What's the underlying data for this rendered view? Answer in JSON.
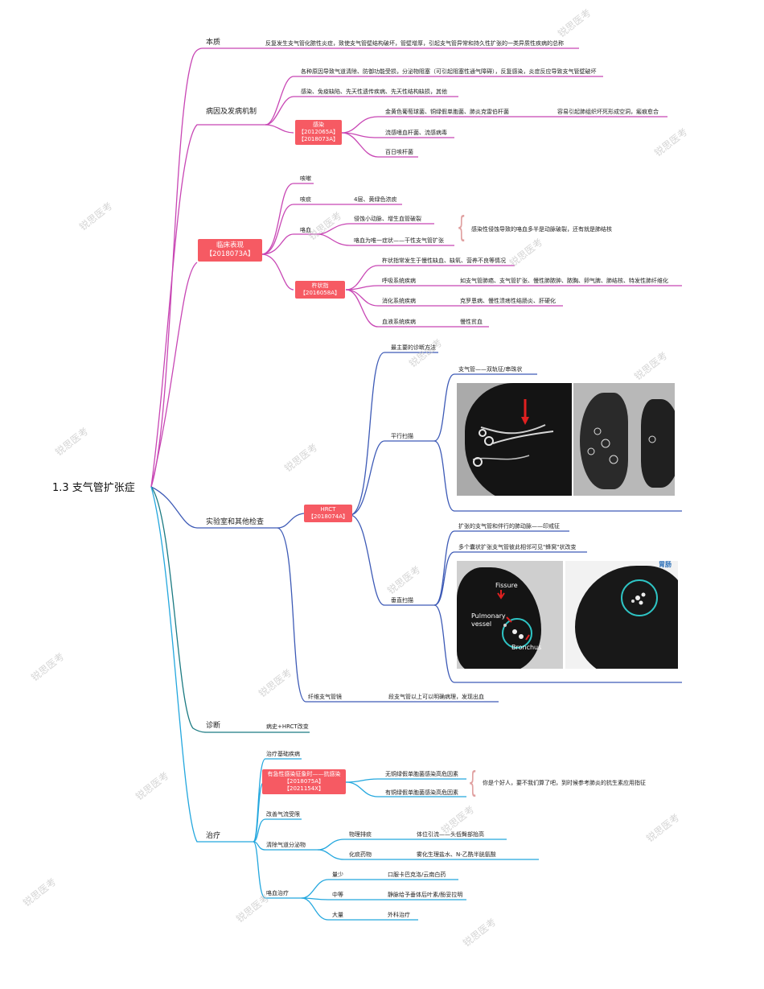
{
  "root": "1.3 支气管扩张症",
  "watermark": "锐思医考",
  "colors": {
    "magenta": "#c846b4",
    "blue": "#3d5ab6",
    "teal": "#1f8e9a",
    "cyan": "#23a7de",
    "tag": "#f65a63"
  },
  "b1": {
    "label": "本质",
    "text": "反复发生支气管化脓性炎症，致使支气管壁结构破坏，管壁增厚，引起支气管异常和持久性扩张的一类异质性疾病的总称"
  },
  "b2": {
    "label": "病因及发病机制",
    "c1": "各种原因导致气道清除、防御功能受损，分泌物阻塞（可引起阻塞性通气障碍），反复感染，炎症反应导致支气管壁破坏",
    "c2": "感染、免疫缺陷、先天性遗传疾病、先天性结构缺损，其他",
    "tag": [
      "感染",
      "【2012065A】",
      "【2018073A】"
    ],
    "i1": "金黄色葡萄球菌、铜绿假单胞菌、肺炎克雷伯杆菌",
    "i1_note": "容易引起肺组织坏死形成空洞，瘢痕愈合",
    "i2": "流感嗜血杆菌、流感病毒",
    "i3": "百日咳杆菌"
  },
  "b3": {
    "tag": [
      "临床表现",
      "【2018073A】"
    ],
    "s1": "咳嗽",
    "s2": "咳痰",
    "s2_note": "4层、黄绿色浓痰",
    "s3": "咯血",
    "s3a": "侵蚀小动脉、增生血管破裂",
    "s3b": "咯血为唯一症状——干性支气管扩张",
    "s3_note": "感染性侵蚀导致的咯血多半是动脉破裂，还有就是肺结核",
    "tag2": [
      "杵状指",
      "【2016058A】"
    ],
    "f0": "杵状指常发生于慢性缺血、缺氧、营养不良等情况",
    "f1": "呼吸系统疾病",
    "f1_note": "如支气管肺癌、支气管扩张、慢性肺脓肿、脓胸、卵气脾、肺结核、特发性肺纤维化",
    "f2": "消化系统疾病",
    "f2_note": "克罗恩病、慢性溃疡性结肠炎、肝硬化",
    "f3": "血液系统疾病",
    "f3_note": "慢性贫血"
  },
  "b4": {
    "label": "实验室和其他检查",
    "tag": [
      "HRCT",
      "【2018074A】"
    ],
    "h0": "最主要的诊断方法",
    "h1": "平行扫描",
    "h1a": "支气管——双轨征/串珠状",
    "h2": "垂直扫描",
    "h2a": "扩张的支气管和伴行的肺动脉——印戒征",
    "h2b": "多个囊状扩张支气管彼此相邻可见\"蜂窝\"状改变",
    "scan_labels": {
      "fissure": "Fissure",
      "pulmonary": "Pulmonary",
      "vessel": "vessel",
      "bronchus": "Bronchus",
      "corner": "胃肠"
    },
    "e1": "纤维支气管镜",
    "e1_note": "段支气管以上可以明确病理，发现出血"
  },
  "b5": {
    "label": "诊断",
    "text": "病史+HRCT改变"
  },
  "b6": {
    "label": "治疗",
    "t1": "治疗基础疾病",
    "tag": [
      "有急性感染征象时——抗感染",
      "【2018075A】",
      "【2021154X】"
    ],
    "t2a": "无铜绿假单胞菌感染高危因素",
    "t2b": "有铜绿假单胞菌感染高危因素",
    "t2_note": "你是个好人，要不我们算了吧，到时候参考肺炎的抗生素应用指征",
    "t3": "改善气流受限",
    "t4": "清除气道分泌物",
    "t4a": "物理排痰",
    "t4a_note": "体位引流——头低臀部抬高",
    "t4b": "化痰药物",
    "t4b_note": "雾化生理盐水、N-乙酰半胱氨酸",
    "t5": "咯血治疗",
    "t5a": "量少",
    "t5a_note": "口服卡巴克洛/云南白药",
    "t5b": "中等",
    "t5b_note": "静脉给予垂体后叶素/酚妥拉明",
    "t5c": "大量",
    "t5c_note": "外科治疗"
  }
}
